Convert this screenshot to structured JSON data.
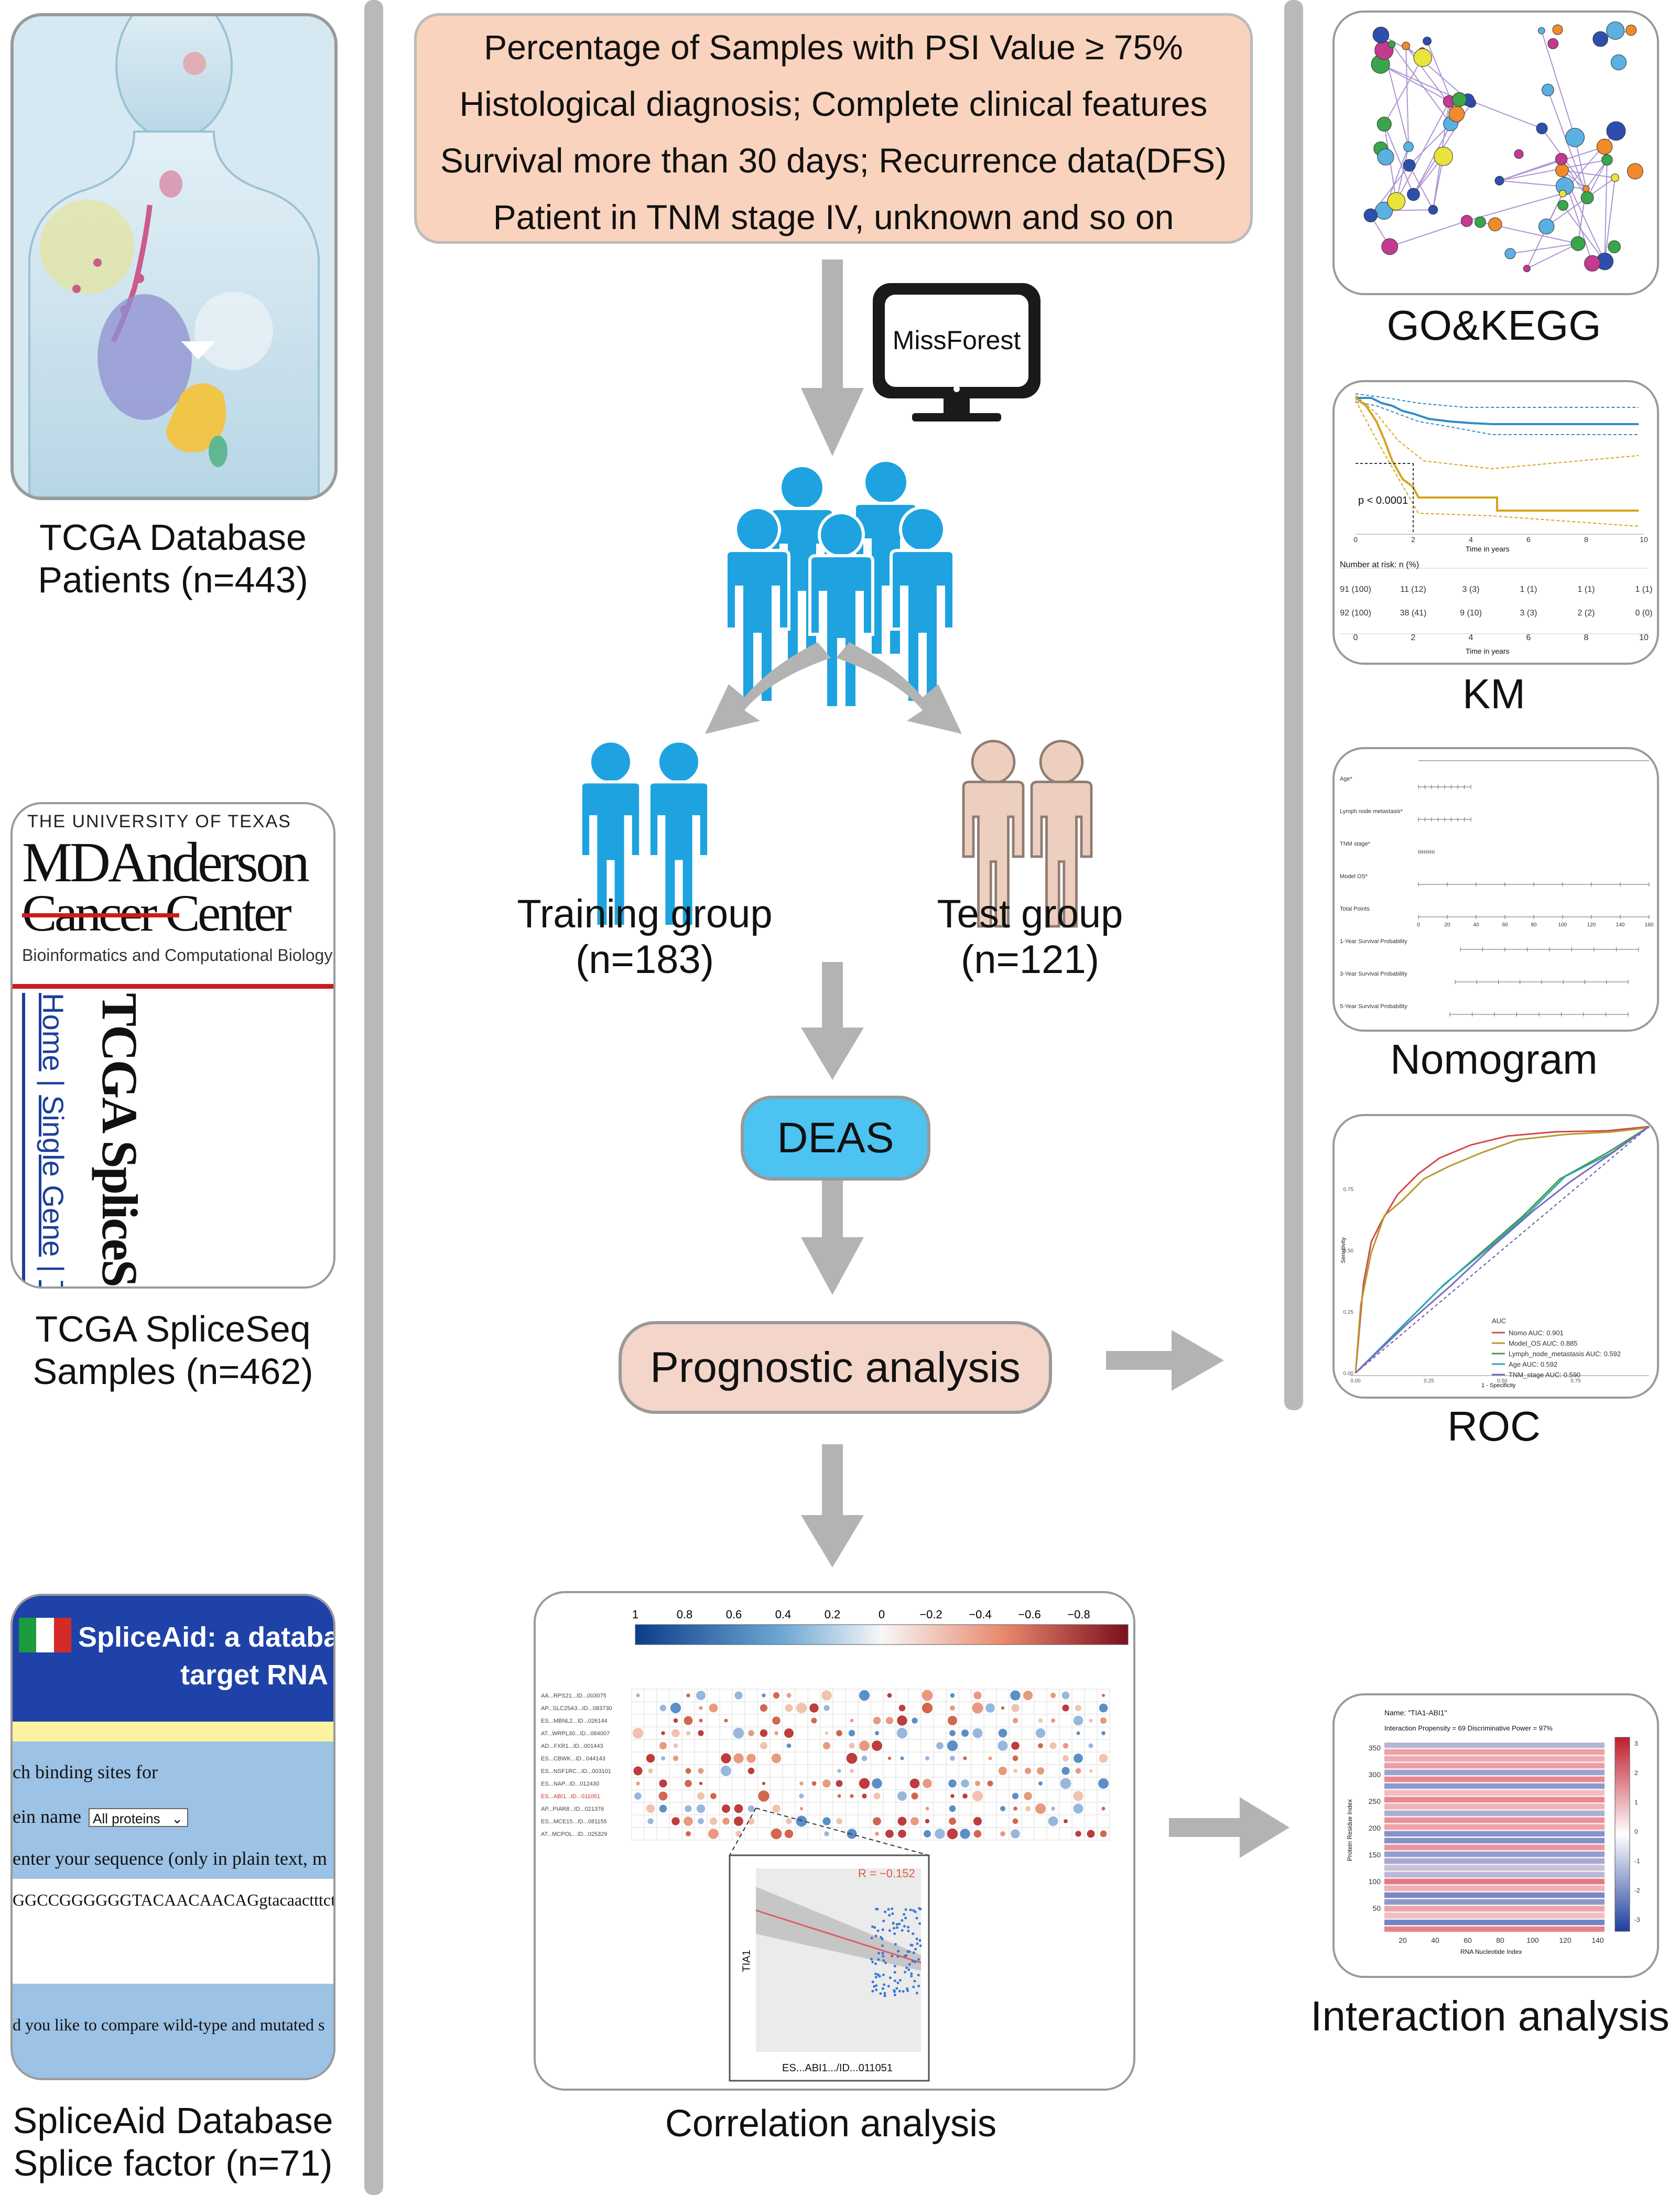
{
  "criteria": [
    "Percentage of Samples with PSI Value ≥ 75%",
    "Histological diagnosis; Complete clinical features",
    "Survival more than 30 days; Recurrence data(DFS)",
    "Patient in TNM stage IV, unknown and so on"
  ],
  "missforest_label": "MissForest",
  "left_sources": [
    {
      "line1": "TCGA Database",
      "line2": "Patients (n=443)"
    },
    {
      "line1": "TCGA SpliceSeq",
      "line2": "Samples (n=462)"
    },
    {
      "line1": "SpliceAid Database",
      "line2": "Splice factor (n=71)"
    }
  ],
  "mdanderson": {
    "univ": "THE UNIVERSITY OF TEXAS",
    "name1": "MDAnderson",
    "name2": "Cancer Center",
    "sub": "Bioinformatics and Computational Biology",
    "home": "Home",
    "single": "Single Gene",
    "top": "Top Ev",
    "spliceseq": "TCGA SpliceSeq"
  },
  "spliceaid": {
    "title1": "SpliceAid: a database",
    "title2": "target RNA s",
    "row1": "ch binding sites for",
    "row2": "ein name",
    "select": "All proteins",
    "row3": "enter your sequence (only in plain text, m",
    "seq": "GGCCGGGGGGTACAACAACAGgtacaactttctttgagag",
    "row4": "d you like to compare wild-type and mutated s"
  },
  "groups": {
    "training_label": "Training group",
    "training_n": "(n=183)",
    "test_label": "Test group",
    "test_n": "(n=121)"
  },
  "deas_label": "DEAS",
  "prognostic_label": "Prognostic analysis",
  "correlation_label": "Correlation analysis",
  "right_panels": {
    "go_kegg": "GO&KEGG",
    "km": "KM",
    "nomogram": "Nomogram",
    "roc": "ROC",
    "interaction": "Interaction analysis"
  },
  "km_plot": {
    "pvalue": "p < 0.0001",
    "xlabel": "Time in years",
    "risk_title": "Number at risk: n (%)",
    "xticks": [
      "0",
      "2",
      "4",
      "6",
      "8",
      "10"
    ],
    "risk_row1": [
      "91 (100)",
      "11 (12)",
      "3 (3)",
      "1 (1)",
      "1 (1)",
      "1 (1)"
    ],
    "risk_row2": [
      "92 (100)",
      "38 (41)",
      "9 (10)",
      "3 (3)",
      "2 (2)",
      "0 (0)"
    ]
  },
  "nomogram_plot": {
    "rows": [
      "Age*",
      "Lymph node metastasis*",
      "TNM stage*",
      "Model OS*",
      "Total Points",
      "1-Year Survival Probability",
      "3-Year Survival Probability",
      "5-Year Survival Probability"
    ],
    "total_ticks": [
      "0",
      "20",
      "40",
      "60",
      "80",
      "100",
      "120",
      "140",
      "160"
    ]
  },
  "roc_plot": {
    "legend_title": "AUC",
    "legend": [
      {
        "name": "Nomo AUC: 0.901",
        "color": "#d4484f"
      },
      {
        "name": "Model_OS AUC: 0.885",
        "color": "#b39a2a"
      },
      {
        "name": "Lymph_node_metastasis AUC: 0.592",
        "color": "#4a9b4a"
      },
      {
        "name": "Age AUC: 0.592",
        "color": "#2aa8b3"
      },
      {
        "name": "TNM_stage AUC: 0.590",
        "color": "#7a6bc2"
      }
    ],
    "xlabel": "1 - Specificity",
    "ylabel": "Sensitivity",
    "xticks": [
      "0.00",
      "0.25",
      "0.50",
      "0.75"
    ],
    "yticks": [
      "0.00",
      "0.25",
      "0.50",
      "0.75"
    ]
  },
  "correlation_plot": {
    "scale_ticks": [
      "1",
      "0.8",
      "0.6",
      "0.4",
      "0.2",
      "0",
      "−0.2",
      "−0.4",
      "−0.6",
      "−0.8"
    ],
    "rows": [
      "AA...RPS21...ID...003075",
      "AP...SLC25A3...ID...083730",
      "ES...MBNL2...ID...026144",
      "AT...WRPL30...ID...064007",
      "AD...FXR1...ID...001443",
      "ES...CBWK...ID...044143",
      "ES...NSF1RC...ID...003101",
      "ES...NAP...ID...012430",
      "ES...ABI1...ID...011051",
      "AP...PIAR8...ID...021376",
      "ES...MCE15...ID...081155",
      "AT...MCPOL...ID...025329"
    ],
    "r_value": "R = −0.152",
    "scatter_ylabel": "TIA1",
    "scatter_xlabel": "ES...ABI1.../ID...011051"
  },
  "interaction_plot": {
    "name": "Name: \"TIA1-ABI1\"",
    "propensity": "Interaction Propensity = 69   Discriminative Power = 97%",
    "ylabel": "Protein Residue Index",
    "xlabel": "RNA Nucleotide Index",
    "yticks": [
      "350",
      "300",
      "250",
      "200",
      "150",
      "100",
      "50"
    ],
    "xticks": [
      "20",
      "40",
      "60",
      "80",
      "100",
      "120",
      "140"
    ],
    "cbar_ticks": [
      "3",
      "2",
      "1",
      "0",
      "-1",
      "-2",
      "-3"
    ]
  }
}
